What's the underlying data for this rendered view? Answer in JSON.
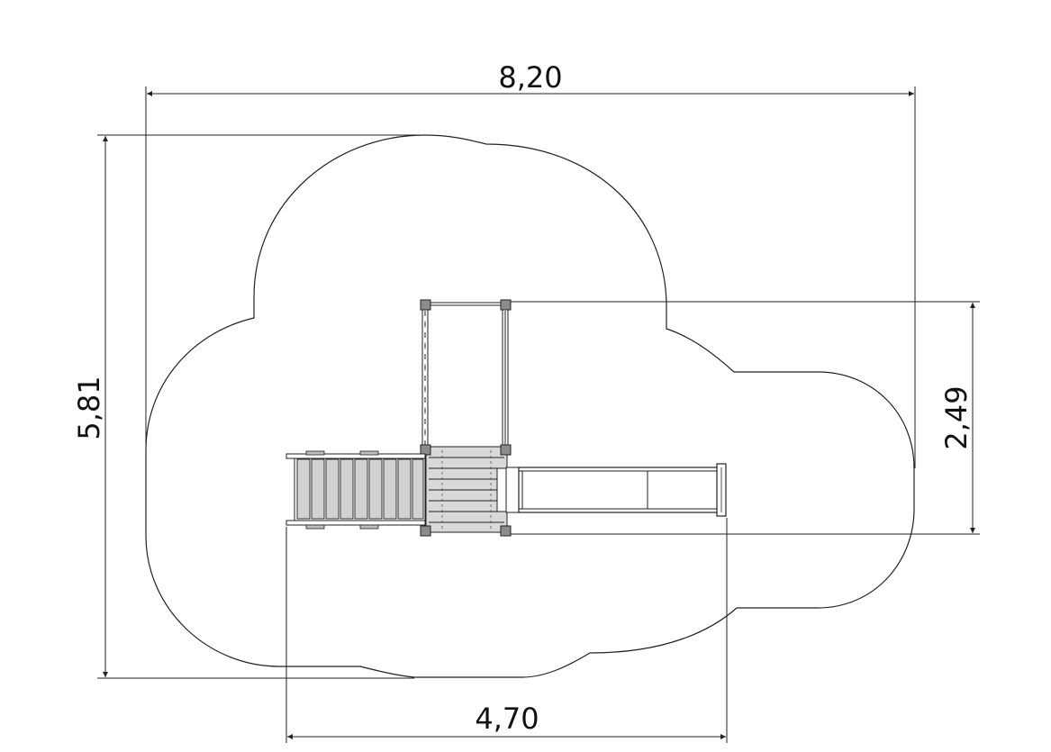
{
  "drawing": {
    "dimensions": {
      "overall_width": "8,20",
      "overall_depth": "5,81",
      "equipment_depth": "2,49",
      "equipment_width": "4,70"
    },
    "colors": {
      "line": "#222222",
      "deck": "#d9d9d9",
      "post": "#8c8c8c",
      "background": "#ffffff"
    }
  }
}
